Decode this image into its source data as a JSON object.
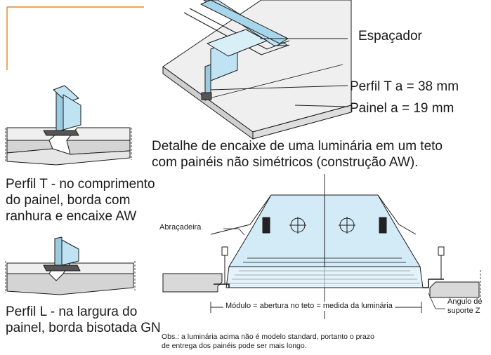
{
  "top_detail": {
    "label_spacer": "Espaçador",
    "label_profile_t": "Perfil T a = 38 mm",
    "label_panel": "Painel a = 19 mm",
    "caption_line1": "Detalhe de encaixe de uma luminária em um teto",
    "caption_line2": "com painéis não simétricos (construção AW)."
  },
  "left_details": {
    "t_profile_line1": "Perfil T - no comprimento",
    "t_profile_line2": "do painel, borda com",
    "t_profile_line3": "ranhura e encaixe AW",
    "l_profile_line1": "Perfil L - na largura do",
    "l_profile_line2": "painel, borda bisotada GN"
  },
  "luminaire_section": {
    "label_clamp": "Abraçadeira",
    "label_module": "Módulo = abertura no teto = medida da luminária",
    "label_angle_line1": "Ângulo de",
    "label_angle_line2": "suporte Z",
    "note_line1": "Obs.: a luminária acima não é modelo standard, portanto o prazo",
    "note_line2": "de entrega dos painéis pode ser mais longo."
  },
  "colors": {
    "accent_orange": "#e8821e",
    "profile_blue": "#bfe3f2",
    "panel_grey": "#d9d9d9",
    "line": "#1a1a1a"
  }
}
